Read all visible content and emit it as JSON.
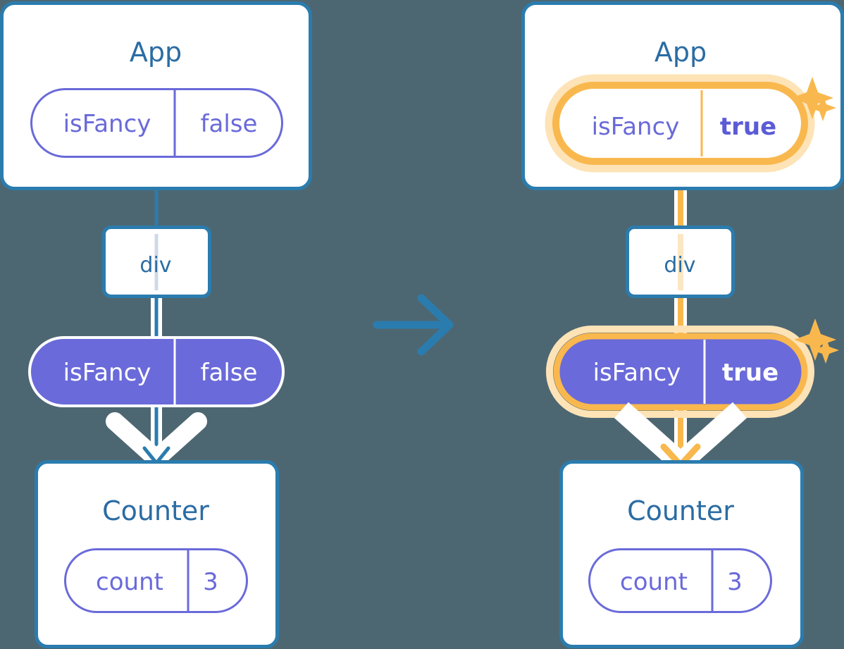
{
  "diagram": {
    "title_left": "",
    "title_right": "",
    "background_color": "#4d6772",
    "colors": {
      "box_border": "#2b7cae",
      "box_fill": "#ffffff",
      "title_text": "#2b6ca3",
      "pill_border": "#6a6ada",
      "pill_text": "#6a6ada",
      "pill_filled": "#6a6ada",
      "pill_filled_text": "#ffffff",
      "highlight": "#f9b84e",
      "highlight_glow": "#fde3b6",
      "arrow_blue": "#2b7cae",
      "arrow_orange": "#f9b84e",
      "wire_white": "#ffffff"
    },
    "transition_arrow": "arrow-right-icon",
    "left": {
      "app": {
        "label": "App",
        "state": {
          "name": "isFancy",
          "value": "false",
          "highlighted": false
        }
      },
      "div": {
        "label": "div"
      },
      "props": {
        "name": "isFancy",
        "value": "false",
        "highlighted": false
      },
      "counter": {
        "label": "Counter",
        "state": {
          "name": "count",
          "value": "3",
          "highlighted": false
        }
      },
      "sparkles": []
    },
    "right": {
      "app": {
        "label": "App",
        "state": {
          "name": "isFancy",
          "value": "true",
          "highlighted": true
        }
      },
      "div": {
        "label": "div"
      },
      "props": {
        "name": "isFancy",
        "value": "true",
        "highlighted": true
      },
      "counter": {
        "label": "Counter",
        "state": {
          "name": "count",
          "value": "3",
          "highlighted": false
        }
      },
      "sparkles": [
        "sparkle-large",
        "sparkle-small",
        "sparkle-large",
        "sparkle-small"
      ]
    }
  }
}
